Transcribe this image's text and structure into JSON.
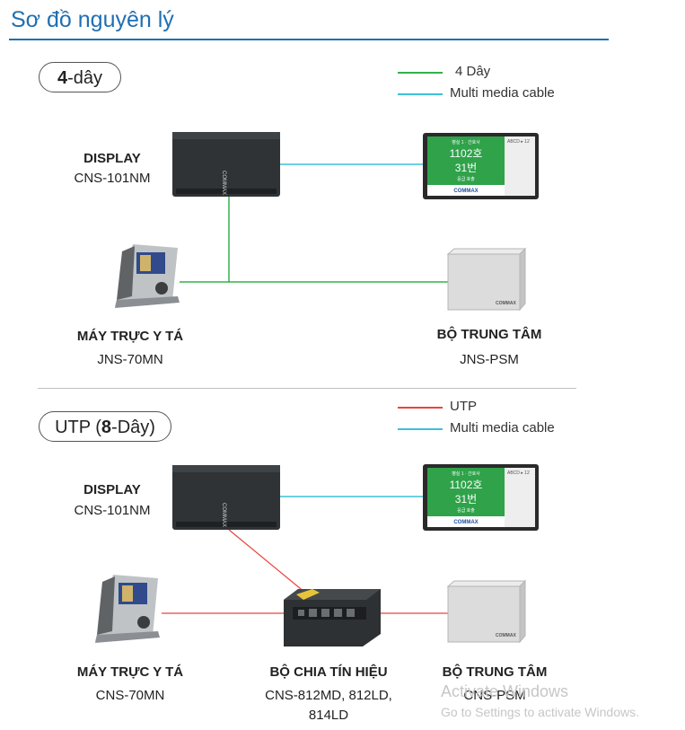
{
  "title": "Sơ đồ nguyên lý",
  "section1": {
    "pill_bold": "4",
    "pill_rest": "-dây",
    "legend": [
      {
        "label": "4 Dây",
        "color": "#33b24a"
      },
      {
        "label": "Multi media cable",
        "color": "#3cc0d9"
      }
    ],
    "display_title": "DISPLAY",
    "display_model": "CNS-101NM",
    "nurse_title": "MÁY TRỰC Y TÁ",
    "nurse_model": "JNS-70MN",
    "center_title": "BỘ TRUNG TÂM",
    "center_model": "JNS-PSM",
    "screen": {
      "line1": "병실 1 · 간호사",
      "room": "1102호",
      "num": "31번",
      "line3": "응급 호출",
      "side": "ABCD ▸   12",
      "brand": "COMMAX"
    },
    "box_brand": "COMMAX"
  },
  "section2": {
    "pill_prefix": "UTP (",
    "pill_bold": "8",
    "pill_rest": "-Dây)",
    "legend": [
      {
        "label": "UTP",
        "color": "#e8453c"
      },
      {
        "label": "Multi media cable",
        "color": "#3cc0d9"
      }
    ],
    "display_title": "DISPLAY",
    "display_model": "CNS-101NM",
    "nurse_title": "MÁY TRỰC Y TÁ",
    "nurse_model": "CNS-70MN",
    "splitter_title": "BỘ CHIA TÍN HIỆU",
    "splitter_model_1": "CNS-812MD, 812LD,",
    "splitter_model_2": "814LD",
    "center_title": "BỘ TRUNG TÂM",
    "center_model": "CNS-PSM",
    "screen": {
      "line1": "병실 1 · 간호사",
      "room": "1102호",
      "num": "31번",
      "line3": "응급 호출",
      "side": "ABCD ▸   12",
      "brand": "COMMAX"
    },
    "box_brand": "COMMAX"
  },
  "watermark": {
    "line1": "Activate Windows",
    "line2": "Go to Settings to activate Windows."
  }
}
